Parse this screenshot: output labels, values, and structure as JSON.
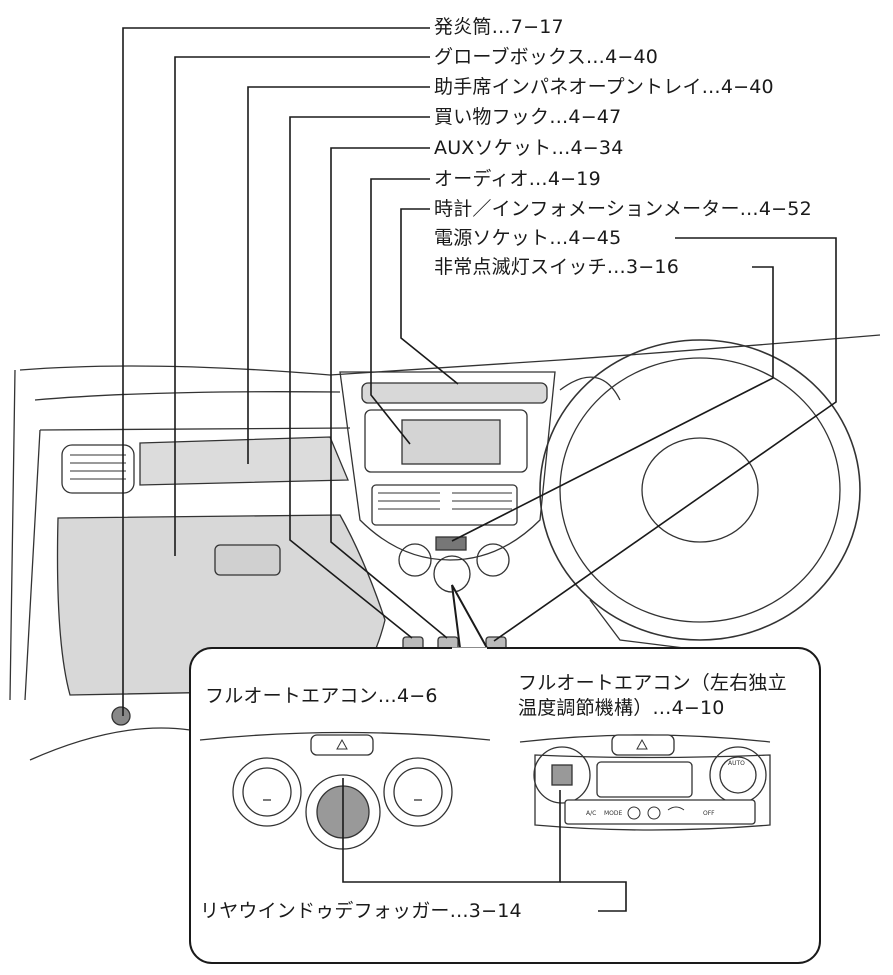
{
  "callouts": {
    "flare": "発炎筒…7−17",
    "glovebox": "グローブボックス…4−40",
    "passenger_tray": "助手席インパネオープントレイ…4−40",
    "shopping_hook": "買い物フック…4−47",
    "aux_socket": "AUXソケット…4−34",
    "audio": "オーディオ…4−19",
    "clock_info_meter": "時計／インフォメーションメーター…4−52",
    "power_socket": "電源ソケット…4−45",
    "hazard_switch": "非常点滅灯スイッチ…3−16",
    "full_auto_ac": "フルオートエアコン…4−6",
    "dual_ac_line1": "フルオートエアコン（左右独立",
    "dual_ac_line2": "温度調節機構）…4−10",
    "rear_defogger": "リヤウインドゥデフォッガー…3−14"
  },
  "panel_buttons": {
    "ac": "A/C",
    "mode": "MODE",
    "off": "OFF",
    "auto": "AUTO"
  },
  "icons": [
    "up-arrow-icon",
    "down-arrow-icon",
    "hazard-triangle-icon",
    "defroster-icon"
  ]
}
